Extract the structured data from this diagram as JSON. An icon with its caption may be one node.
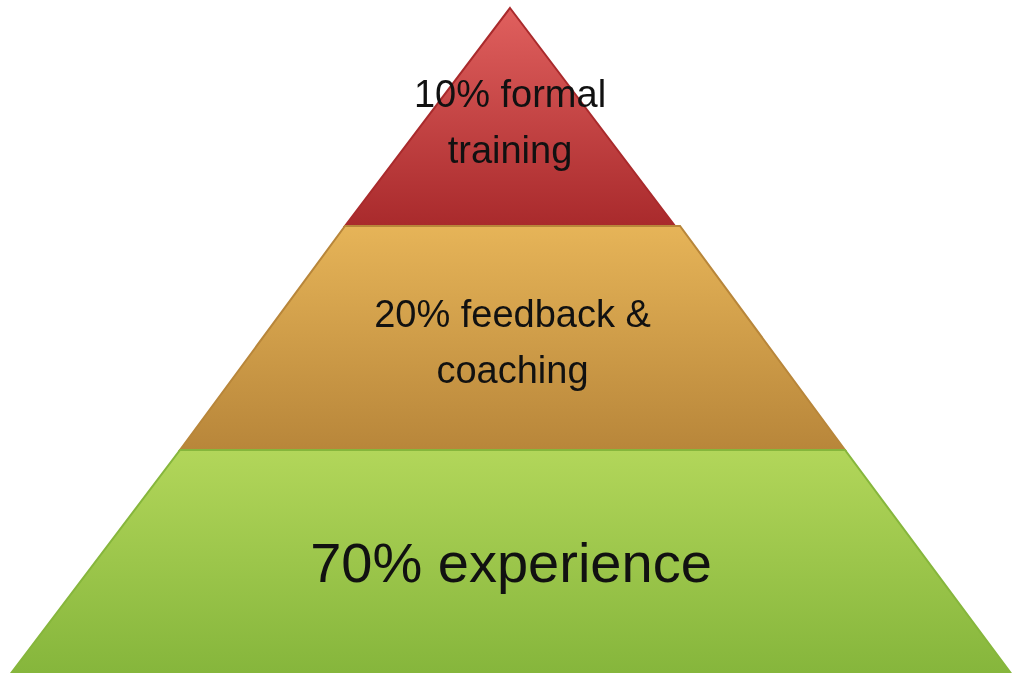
{
  "diagram": {
    "nodes": [
      {
        "text": [
          "10% formal training"
        ]
      },
      {
        "text": [
          "20% feedback & coaching"
        ]
      },
      {
        "text": [
          "70% experience"
        ]
      }
    ]
  }
}
